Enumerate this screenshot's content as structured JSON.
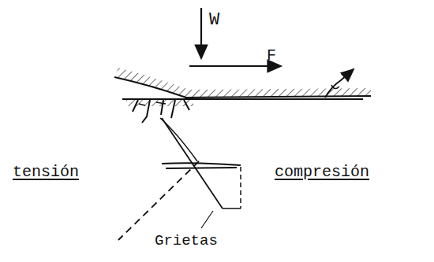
{
  "diagram": {
    "labels": [
      "W",
      "F",
      "tensión",
      "compresión",
      "Grietas"
    ]
  }
}
